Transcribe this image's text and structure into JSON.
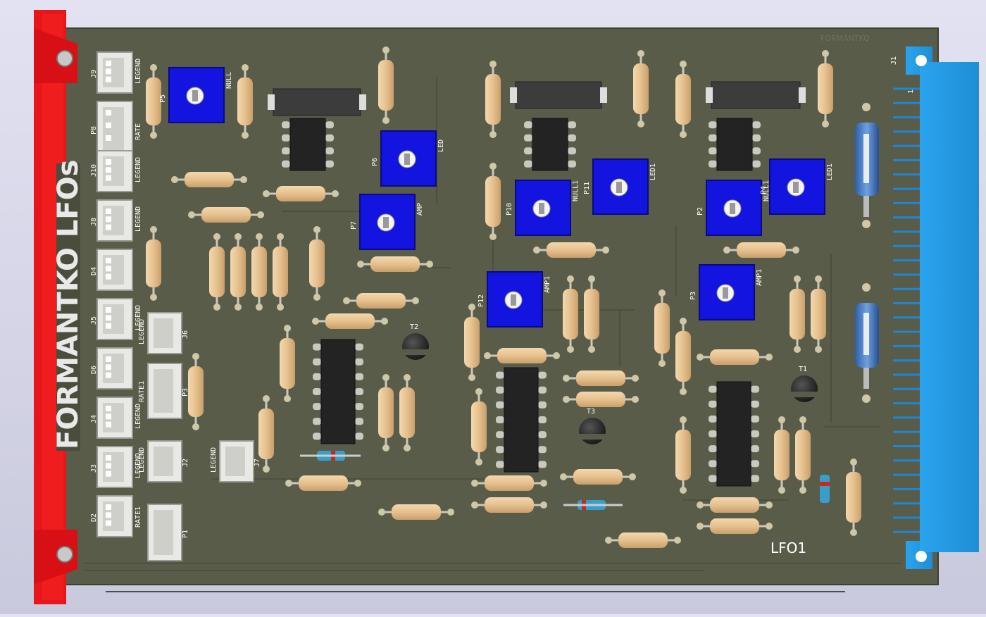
{
  "board": {
    "brand_text": "FORMANTKO LFOs",
    "watermark": "FORMANTKO",
    "board_label": "LFO1",
    "colors": {
      "pcb": "#5a5c4a",
      "bracket": "#e8161a",
      "connector": "#2a9fe8",
      "pot": "#1414e0",
      "resistor": "#e9c79a",
      "ic": "#222222"
    }
  },
  "connectors_left": [
    {
      "ref": "J9",
      "note": "LEGEND"
    },
    {
      "ref": "P8",
      "note": "RATE"
    },
    {
      "ref": "J10",
      "note": "LEGEND"
    },
    {
      "ref": "J8",
      "note": "LEGEND"
    },
    {
      "ref": "D4",
      "note": ""
    },
    {
      "ref": "J5",
      "note": "LEGEND"
    },
    {
      "ref": "D6",
      "note": ""
    },
    {
      "ref": "J4",
      "note": "LEGEND"
    },
    {
      "ref": "J3",
      "note": "LEGEND"
    },
    {
      "ref": "D2",
      "note": "RATE1"
    }
  ],
  "connectors_inner": [
    {
      "ref": "J6",
      "note": "LEGEND"
    },
    {
      "ref": "P3",
      "note": "RATE1"
    },
    {
      "ref": "J2",
      "note": "LEGEND"
    },
    {
      "ref": "P1",
      "note": ""
    },
    {
      "ref": "J7",
      "note": "LEGEND"
    }
  ],
  "pots": [
    {
      "ref": "P5",
      "note": "NULL"
    },
    {
      "ref": "P6",
      "note": "LED"
    },
    {
      "ref": "P7",
      "note": "AMP"
    },
    {
      "ref": "P10",
      "note": "NULL1"
    },
    {
      "ref": "P11",
      "note": "LED1"
    },
    {
      "ref": "P12",
      "note": "AMP1"
    },
    {
      "ref": "P2",
      "note": "NULL1"
    },
    {
      "ref": "P4",
      "note": "LED1"
    },
    {
      "ref": "P3",
      "note": "AMP1"
    }
  ],
  "transistors": [
    "T2",
    "T3",
    "T1"
  ],
  "edge_connector": {
    "ref": "J1",
    "pin_label": "1"
  }
}
